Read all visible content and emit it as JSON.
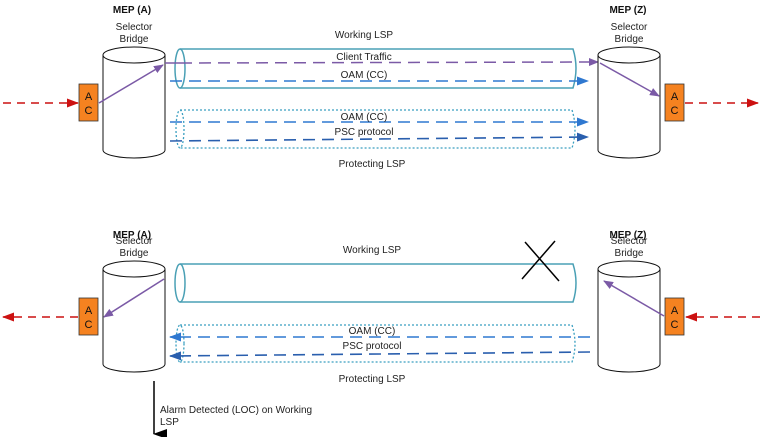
{
  "diagram": {
    "title": "MPLS-TP linear protection: normal operation and switchover on LOC",
    "colors": {
      "working_lsp": "#4aa0b5",
      "protecting_lsp": "#3a9fc0",
      "client_traffic": "#7b5aa6",
      "oam": "#2f78d0",
      "psc": "#2a5fae",
      "attachment_circuit": "#f58220",
      "external_traffic": "#cc1111",
      "failure_mark": "#000000"
    },
    "top": {
      "mep_a": {
        "title": "MEP (A)",
        "function_line1": "Selector",
        "function_line2": "Bridge",
        "ac_line1": "A",
        "ac_line2": "C"
      },
      "mep_z": {
        "title": "MEP (Z)",
        "function_line1": "Selector",
        "function_line2": "Bridge",
        "ac_line1": "A",
        "ac_line2": "C"
      },
      "working_lsp_label": "Working LSP",
      "protecting_lsp_label": "Protecting  LSP",
      "flows": {
        "client_traffic": "Client Traffic",
        "oam_working": "OAM (CC)",
        "oam_protecting": "OAM (CC)",
        "psc": "PSC protocol"
      }
    },
    "bottom": {
      "mep_a": {
        "title": "MEP (A)",
        "function_line1": "Selector",
        "function_line2": "Bridge",
        "ac_line1": "A",
        "ac_line2": "C"
      },
      "mep_z": {
        "title": "MEP (Z)",
        "function_line1": "Selector",
        "function_line2": "Bridge",
        "ac_line1": "A",
        "ac_line2": "C"
      },
      "working_lsp_label": "Working LSP",
      "protecting_lsp_label": "Protecting  LSP",
      "flows": {
        "oam_protecting": "OAM (CC)",
        "psc": "PSC protocol"
      },
      "alarm_line1": "Alarm Detected (LOC) on Working",
      "alarm_line2": "LSP"
    }
  }
}
